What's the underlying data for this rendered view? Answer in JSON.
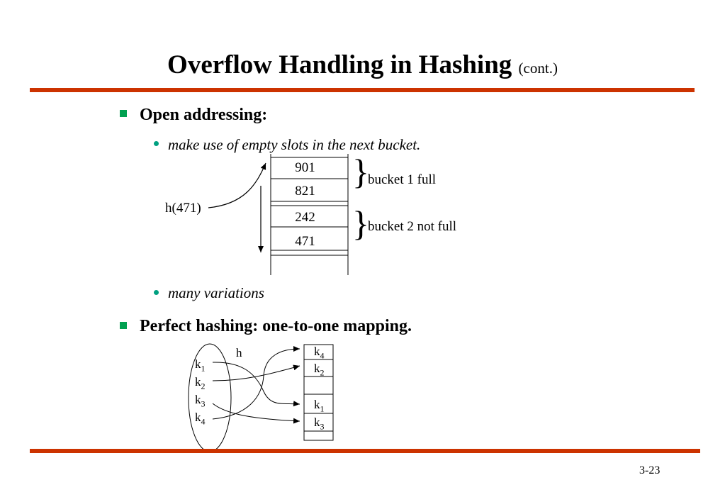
{
  "slide": {
    "title": "Overflow Handling in Hashing",
    "title_suffix": "(cont.)",
    "page_number": "3-23"
  },
  "open_addressing": {
    "heading": "Open addressing:",
    "bullet1": "make use of empty slots in the next bucket.",
    "bullet2": "many variations",
    "hash_label": "h(471)",
    "slots": [
      "901",
      "821",
      "242",
      "471"
    ],
    "bucket1_label": "bucket 1 full",
    "bucket2_label": "bucket 2 not full"
  },
  "perfect_hashing": {
    "heading": "Perfect hashing: one-to-one mapping.",
    "function_label": "h",
    "keys": [
      {
        "base": "k",
        "sub": "1"
      },
      {
        "base": "k",
        "sub": "2"
      },
      {
        "base": "k",
        "sub": "3"
      },
      {
        "base": "k",
        "sub": "4"
      }
    ],
    "table": [
      {
        "base": "k",
        "sub": "4"
      },
      {
        "base": "k",
        "sub": "2"
      },
      {
        "base": "",
        "sub": ""
      },
      {
        "base": "k",
        "sub": "1"
      },
      {
        "base": "k",
        "sub": "3"
      }
    ]
  },
  "colors": {
    "rule": "#cc3300",
    "bullet_square": "#00a050",
    "bullet_dot": "#00a080"
  }
}
